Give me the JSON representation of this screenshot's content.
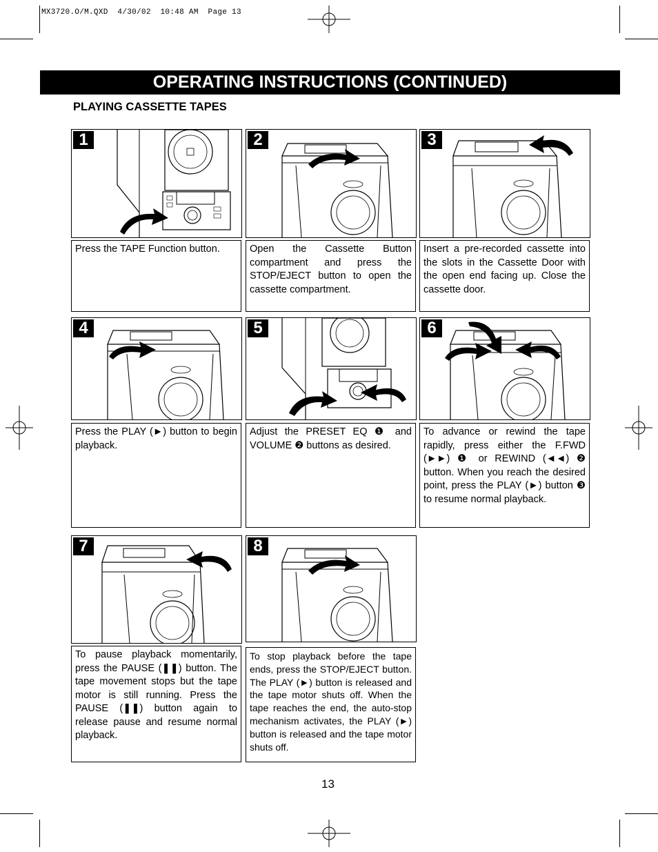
{
  "slug": "MX3720.O/M.QXD  4/30/02  10:48 AM  Page 13",
  "header": {
    "title": "OPERATING INSTRUCTIONS (CONTINUED)"
  },
  "section": {
    "title": "PLAYING CASSETTE TAPES"
  },
  "steps": [
    {
      "number": "1",
      "text": "Press the TAPE Function button."
    },
    {
      "number": "2",
      "text": "Open the Cassette Button compartment and press the STOP/EJECT button to open the cassette compartment."
    },
    {
      "number": "3",
      "text": "Insert a pre-recorded cassette into the slots in the Cassette Door with the open end facing up. Close the cassette door."
    },
    {
      "number": "4",
      "text": "Press the PLAY (►) button to begin playback."
    },
    {
      "number": "5",
      "text": "Adjust the PRESET EQ ❶ and VOLUME ❷ buttons as desired."
    },
    {
      "number": "6",
      "text": "To advance or rewind the tape rapidly, press either the F.FWD (►►) ❶ or REWIND (◄◄) ❷ button. When you reach the desired point, press the PLAY (►) button ❸ to resume normal playback."
    },
    {
      "number": "7",
      "text": "To pause playback momentarily, press the PAUSE (❚❚) button. The tape movement stops but the tape motor is still running. Press the PAUSE (❚❚) button again to release pause and resume normal playback."
    },
    {
      "number": "8",
      "text": "To stop playback before the tape ends, press the STOP/EJECT button. The PLAY (►) button is released and the tape motor shuts off. When the tape reaches the end, the auto-stop mechanism activates, the PLAY (►) button is released and the tape motor shuts off."
    }
  ],
  "page_number": "13"
}
